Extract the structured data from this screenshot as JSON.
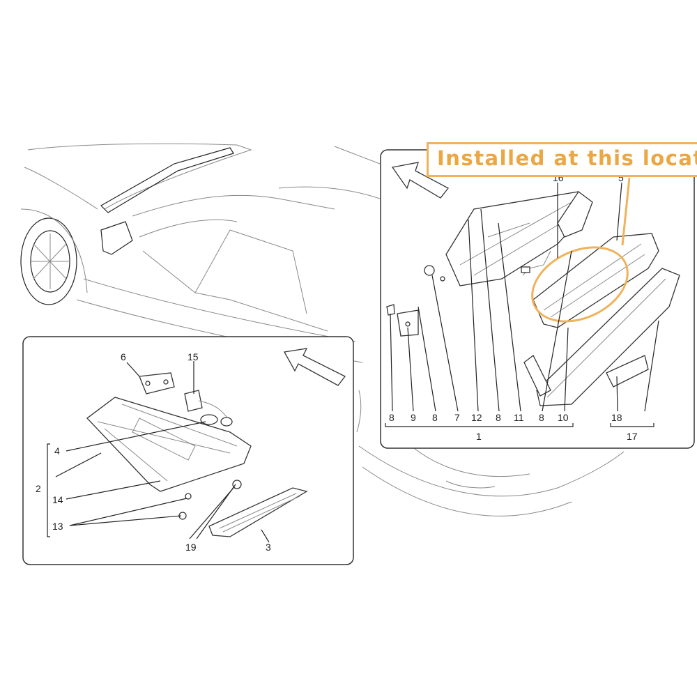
{
  "callout": {
    "text": "Installed at this locat",
    "color": "#eba744"
  },
  "right_panel": {
    "labels": [
      {
        "id": "r16",
        "text": "16"
      },
      {
        "id": "r5",
        "text": "5"
      },
      {
        "id": "r8a",
        "text": "8"
      },
      {
        "id": "r9",
        "text": "9"
      },
      {
        "id": "r8b",
        "text": "8"
      },
      {
        "id": "r7",
        "text": "7"
      },
      {
        "id": "r12",
        "text": "12"
      },
      {
        "id": "r8c",
        "text": "8"
      },
      {
        "id": "r11",
        "text": "11"
      },
      {
        "id": "r8d",
        "text": "8"
      },
      {
        "id": "r10",
        "text": "10"
      },
      {
        "id": "r18",
        "text": "18"
      },
      {
        "id": "r1",
        "text": "1"
      },
      {
        "id": "r17",
        "text": "17"
      }
    ]
  },
  "left_panel": {
    "labels": [
      {
        "id": "l6",
        "text": "6"
      },
      {
        "id": "l15",
        "text": "15"
      },
      {
        "id": "l4",
        "text": "4"
      },
      {
        "id": "l2",
        "text": "2"
      },
      {
        "id": "l14",
        "text": "14"
      },
      {
        "id": "l13",
        "text": "13"
      },
      {
        "id": "l19",
        "text": "19"
      },
      {
        "id": "l3",
        "text": "3"
      }
    ]
  },
  "colors": {
    "highlight": "#f0b25a",
    "line": "#222222"
  }
}
